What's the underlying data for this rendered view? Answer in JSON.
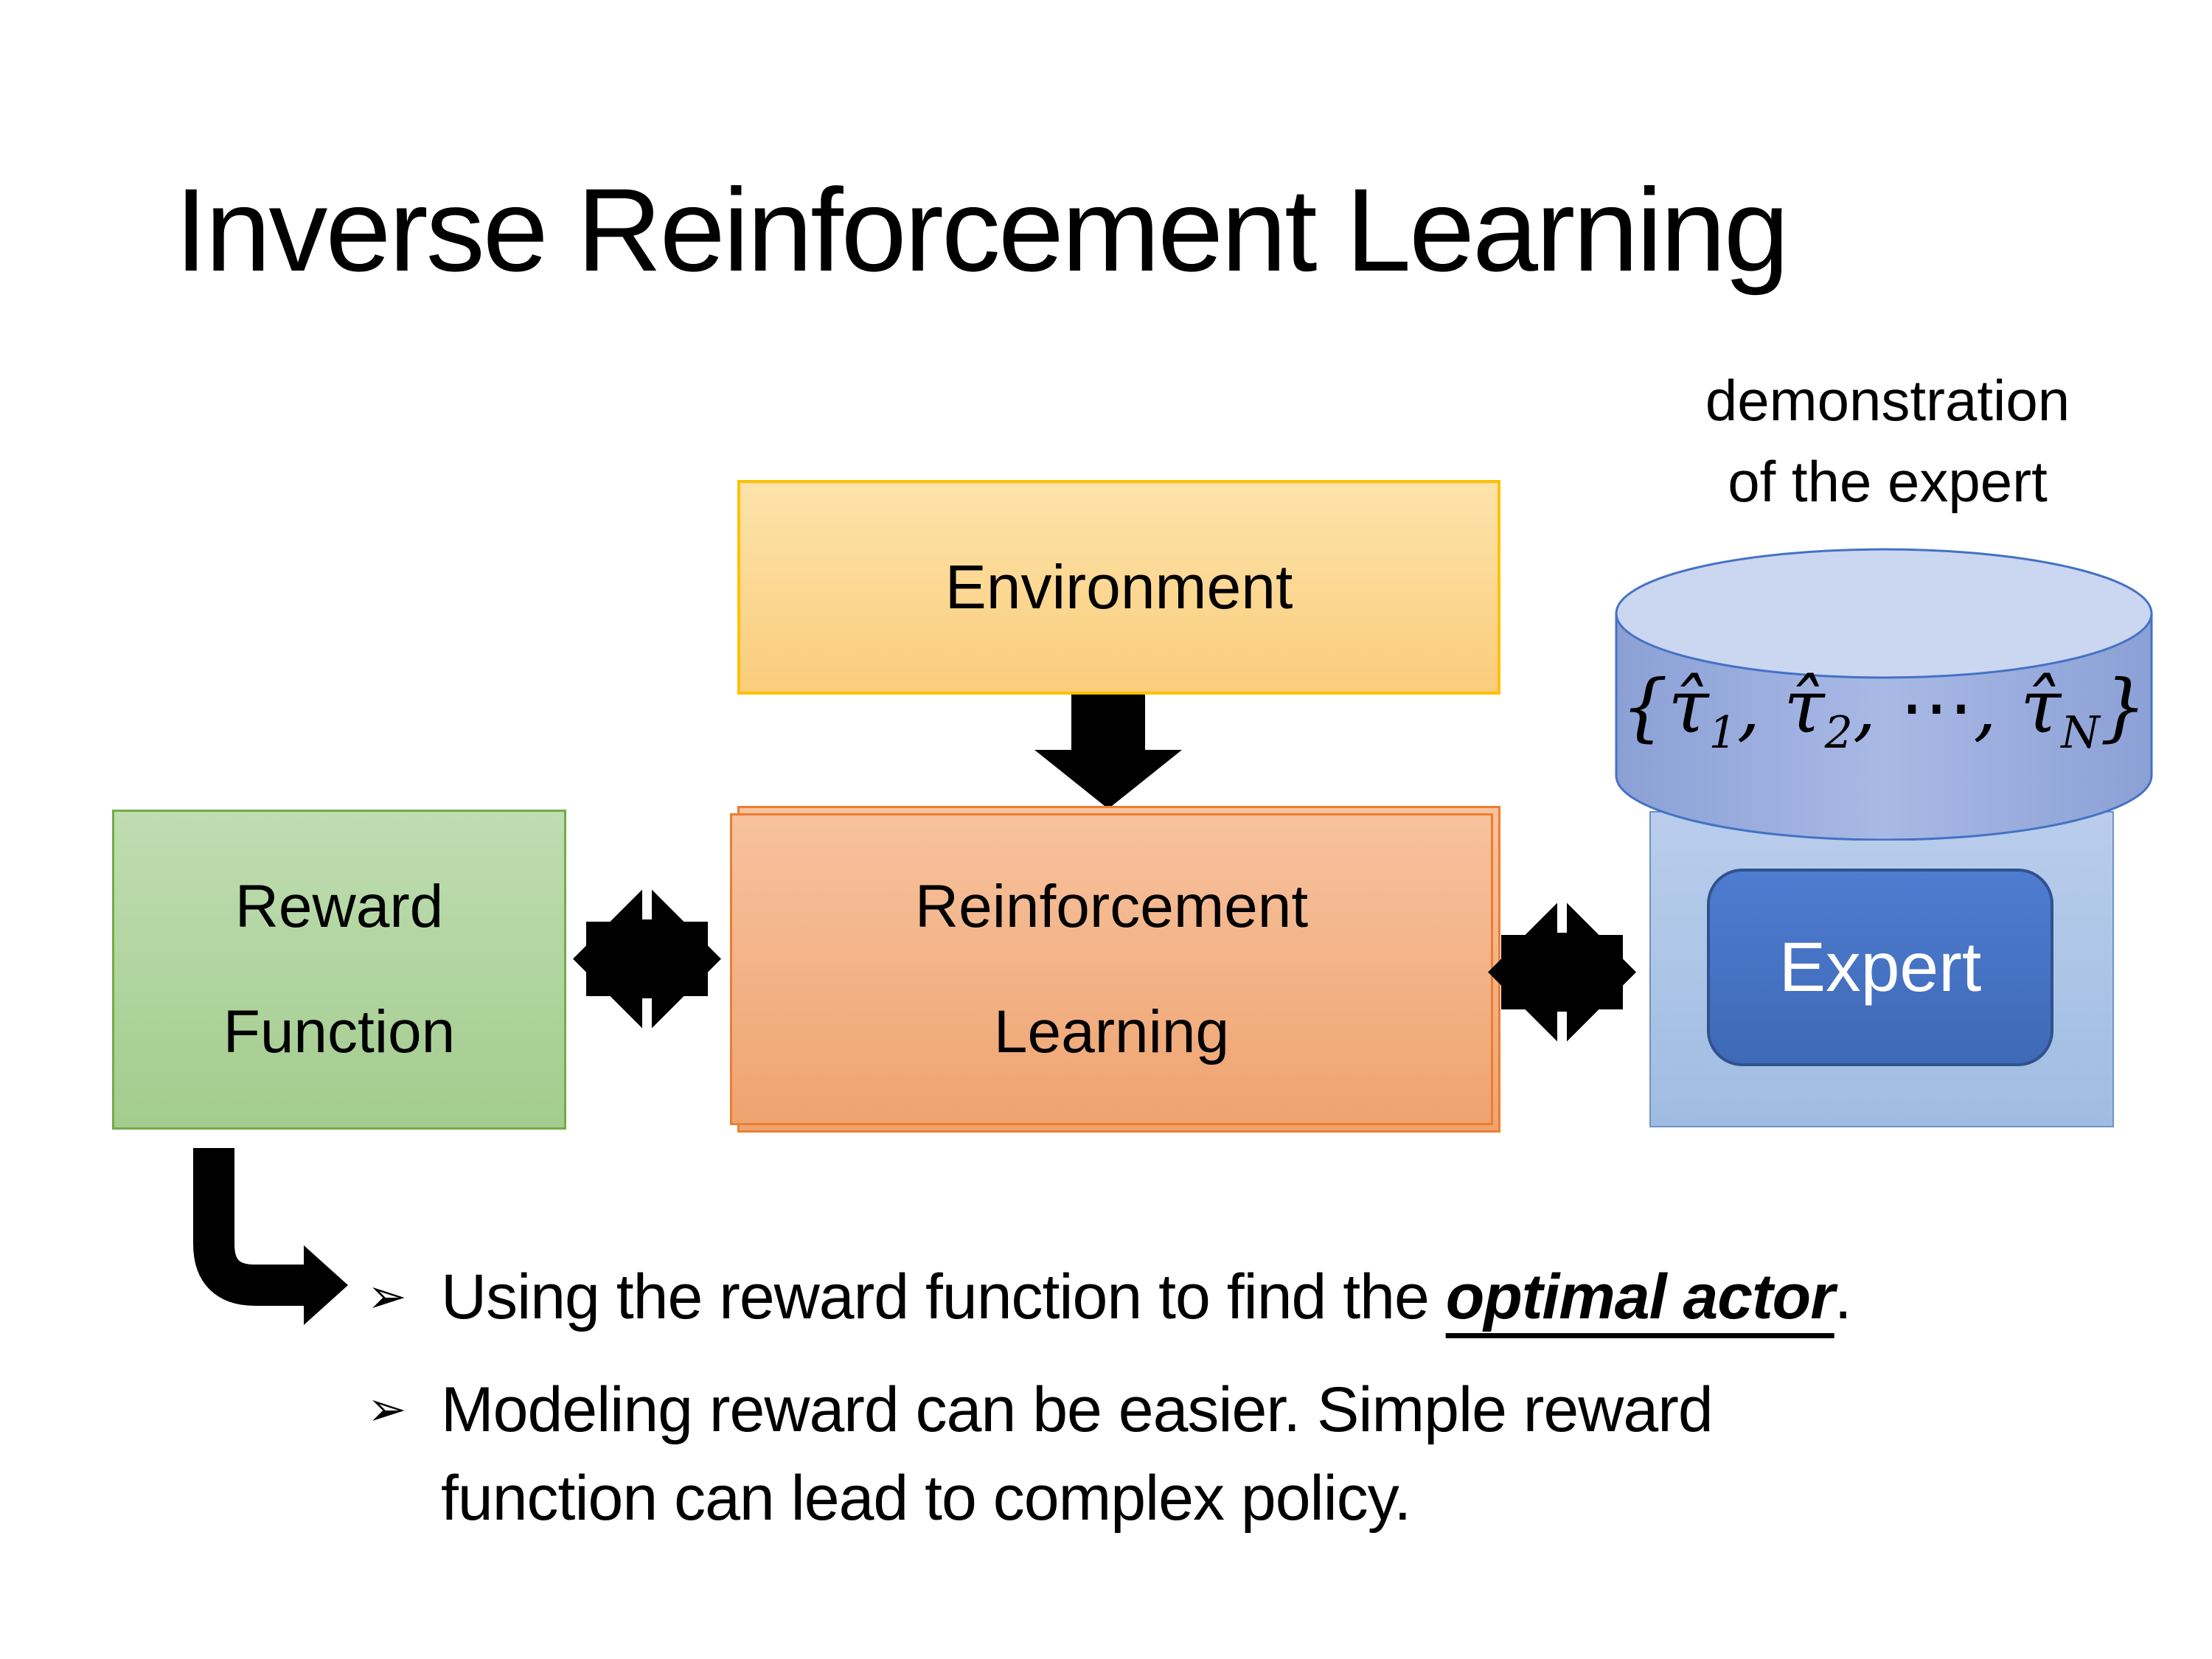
{
  "slide": {
    "title": "Inverse Reinforcement Learning",
    "demo_caption": {
      "line1": "demonstration",
      "line2": "of the expert"
    },
    "boxes": {
      "environment": {
        "label": "Environment"
      },
      "reward_function": {
        "line1": "Reward",
        "line2": "Function"
      },
      "reinforcement_learning": {
        "line1": "Reinforcement",
        "line2": "Learning"
      },
      "expert": {
        "label": "Expert"
      }
    },
    "formula": {
      "open": "{",
      "tau": "τ̂",
      "sub1": "1",
      "sub2": "2",
      "subN": "N",
      "separator": ", ",
      "dots": "⋯",
      "close": "}"
    },
    "bullets": [
      {
        "glyph": "➢",
        "before": "Using the reward function to find the ",
        "emphasis": "optimal actor",
        "after": "."
      },
      {
        "glyph": "➢",
        "lines": [
          "Modeling reward can be easier. Simple reward",
          "function can lead to complex policy."
        ]
      }
    ],
    "colors": {
      "environment_fill": "#FACD7B",
      "environment_border": "#FFC000",
      "reward_fill": "#A9D18E",
      "reward_border": "#70AD47",
      "rl_fill": "#F4B183",
      "rl_border": "#ED7D31",
      "cylinder_fill": "#8FA8DB",
      "cylinder_border": "#4472C4",
      "expert_panel_fill": "#B4CCE8",
      "expert_button_fill": "#4472C4",
      "expert_button_border": "#2F528F",
      "arrow_color": "#000000"
    }
  }
}
